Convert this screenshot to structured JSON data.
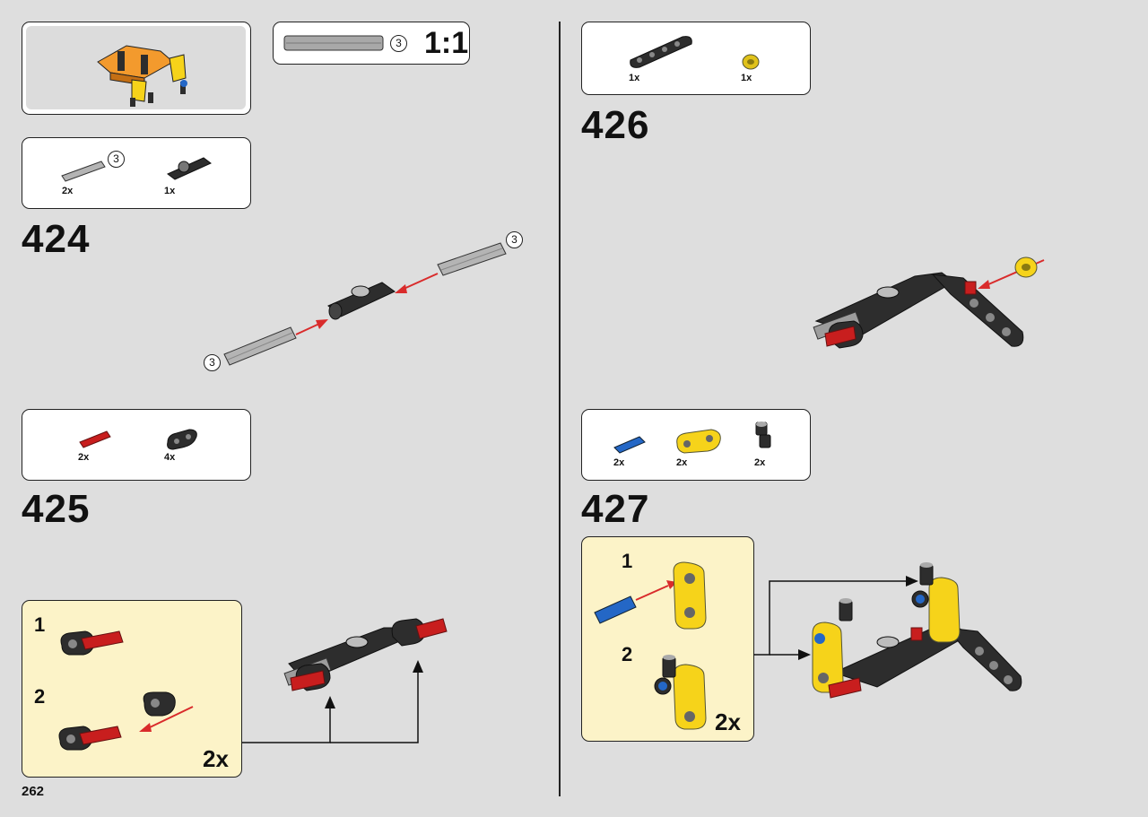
{
  "page_number": "262",
  "scale_box": {
    "circle_number": "3",
    "scale_label": "1:1"
  },
  "steps": [
    {
      "number": "424",
      "parts": [
        {
          "qty": "2x",
          "circle_number": "3"
        },
        {
          "qty": "1x"
        }
      ],
      "callouts": [
        "3",
        "3"
      ]
    },
    {
      "number": "425",
      "parts": [
        {
          "qty": "2x"
        },
        {
          "qty": "4x"
        }
      ],
      "sub_steps": [
        "1",
        "2"
      ],
      "multiplier": "2x"
    },
    {
      "number": "426",
      "parts": [
        {
          "qty": "1x"
        },
        {
          "qty": "1x"
        }
      ]
    },
    {
      "number": "427",
      "parts": [
        {
          "qty": "2x"
        },
        {
          "qty": "2x"
        },
        {
          "qty": "2x"
        }
      ],
      "sub_steps": [
        "1",
        "2"
      ],
      "multiplier": "2x"
    }
  ],
  "colors": {
    "background": "#dedede",
    "submodel_bg": "#fcf3c8",
    "arrow_red": "#d92b2b",
    "part_black": "#2d2d2d",
    "part_red": "#c81e1e",
    "part_yellow": "#f6d31a",
    "part_blue": "#2467c6",
    "part_orange": "#f39a2d"
  }
}
